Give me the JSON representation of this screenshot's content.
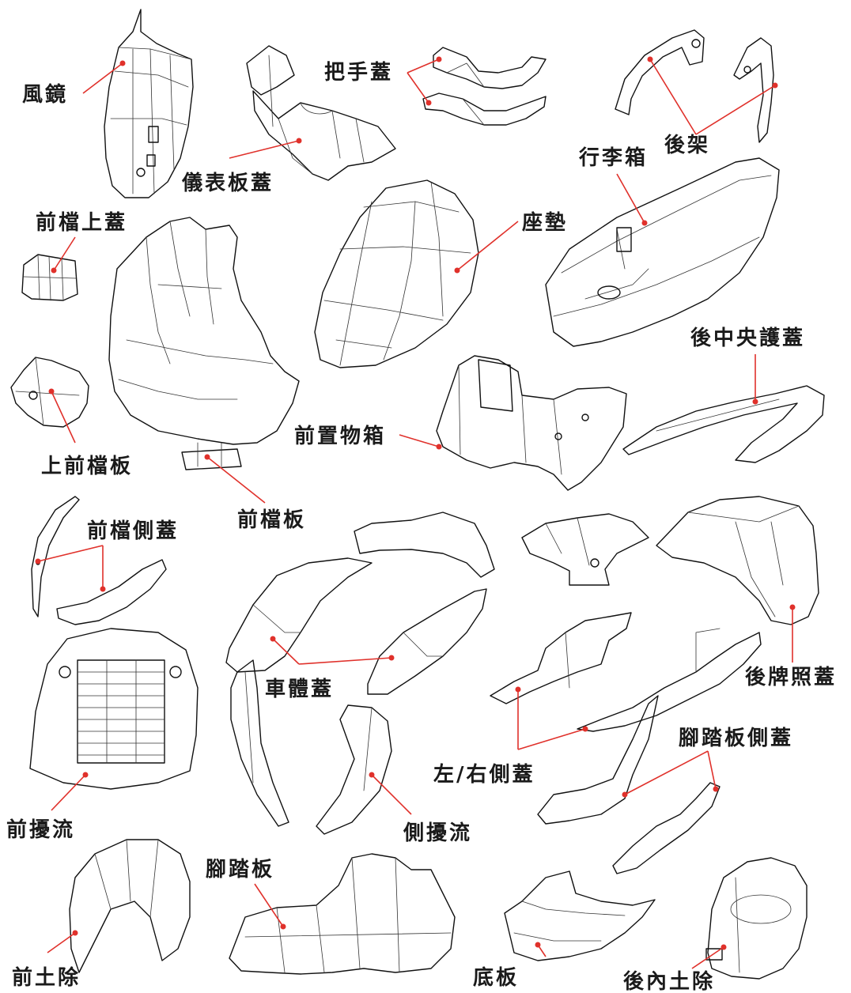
{
  "colors": {
    "leader": "#e0312b",
    "text": "#1a1a1a",
    "line_art": "#111111"
  },
  "labels": {
    "windshield": "風鏡",
    "meter_cover": "儀表板蓋",
    "handle_cover": "把手蓋",
    "rear_rack": "後架",
    "luggage_box": "行李箱",
    "front_upper_cover": "前檔上蓋",
    "seat": "座墊",
    "upper_front_panel": "上前檔板",
    "front_panel": "前檔板",
    "front_storage_box": "前置物箱",
    "rear_center_cover": "後中央護蓋",
    "front_side_cover": "前檔側蓋",
    "body_cover": "車體蓋",
    "rear_license_cover": "後牌照蓋",
    "left_right_side_cover": "左/右側蓋",
    "footboard_side_cover": "腳踏板側蓋",
    "front_spoiler": "前擾流",
    "side_spoiler": "側擾流",
    "footboard": "腳踏板",
    "front_fender": "前土除",
    "floor_panel": "底板",
    "rear_inner_fender": "後內土除"
  }
}
